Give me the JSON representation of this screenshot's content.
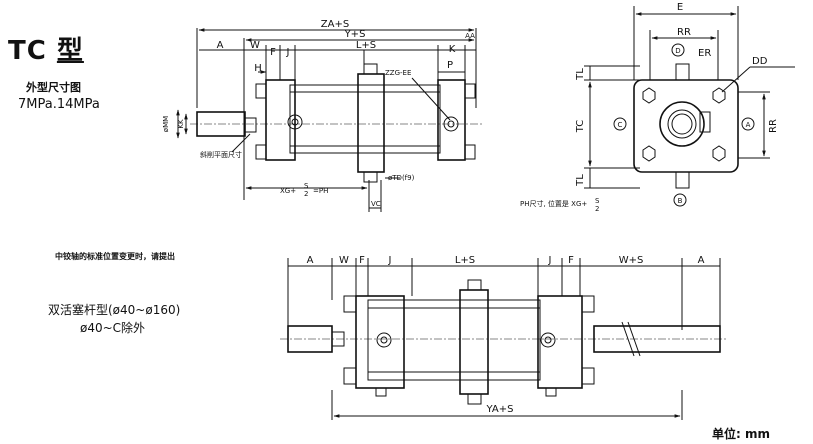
{
  "title": {
    "main": "TC",
    "suffix": "型"
  },
  "subtitle": {
    "line1": "外型尺寸图",
    "line2": "7MPa.14MPa"
  },
  "note_text": "中铰轴的标准位置变更时，请提出",
  "double_rod": {
    "line1": "双活塞杆型(ø40~ø160)",
    "line2": "ø40~C除外"
  },
  "unit_text": "单位: mm",
  "top_view": {
    "dims": {
      "ZA_S": "ZA+S",
      "Y_S": "Y+S",
      "A": "A",
      "W": "W",
      "F": "F",
      "J": "J",
      "L_S": "L+S",
      "K": "K",
      "AA": "AA",
      "H": "H",
      "P": "P",
      "MM": "øMM",
      "KK": "KK",
      "ZZG": "ZZG-EE",
      "TD": "øTD(f9)",
      "VC": "VC",
      "XG": "XG+",
      "PH": "=PH",
      "S": "S",
      "two": "2"
    },
    "rod_note": "斜削平面尺寸"
  },
  "end_view": {
    "dims": {
      "E": "E",
      "RR_top": "RR",
      "ER": "ER",
      "DD": "DD",
      "TL_top": "TL",
      "TC": "TC",
      "TL_bottom": "TL",
      "RR_right": "RR"
    },
    "ports": {
      "D": "D",
      "C": "C",
      "A": "A",
      "B": "B"
    },
    "ph_note": "PH尺寸, 位置是 XG+"
  },
  "bottom_view": {
    "dims": {
      "A_left": "A",
      "W_left": "W",
      "F_left": "F",
      "J_left": "J",
      "L_S": "L+S",
      "J_right": "J",
      "F_right": "F",
      "W_S": "W+S",
      "A_right": "A",
      "YA_S": "YA+S"
    }
  }
}
